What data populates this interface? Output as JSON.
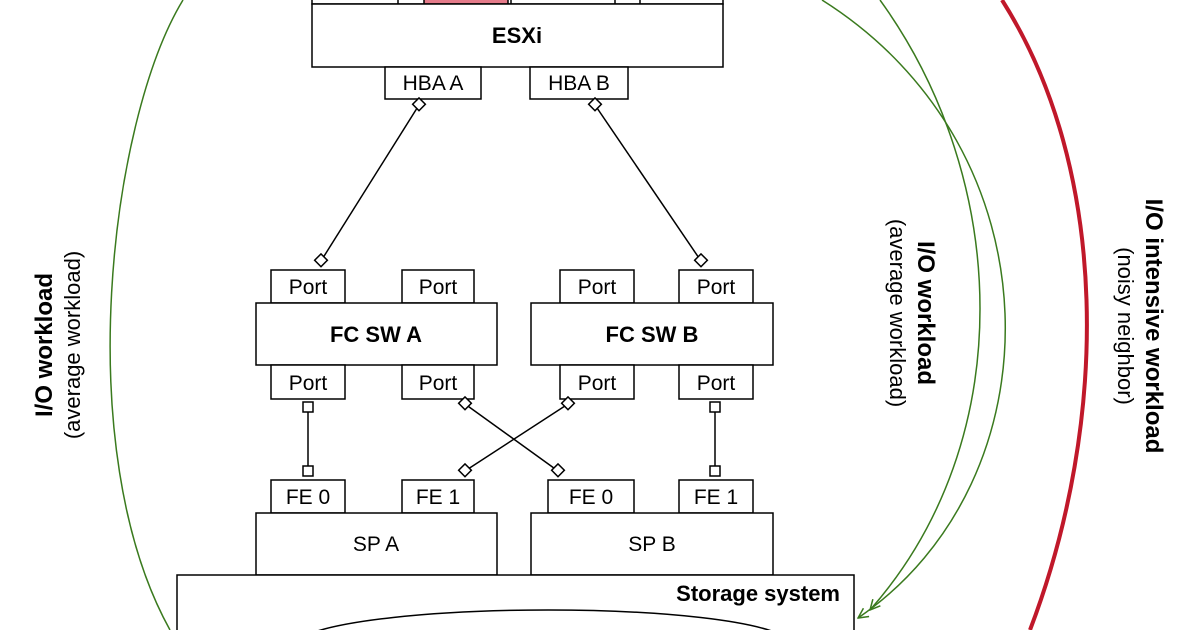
{
  "host": {
    "label": "ESXi",
    "hba_a": "HBA A",
    "hba_b": "HBA B"
  },
  "switch_a": {
    "label": "FC SW A",
    "port_label": "Port"
  },
  "switch_b": {
    "label": "FC SW B",
    "port_label": "Port"
  },
  "sp_a": {
    "label": "SP A",
    "fe0": "FE 0",
    "fe1": "FE 1"
  },
  "sp_b": {
    "label": "SP B",
    "fe0": "FE 0",
    "fe1": "FE 1"
  },
  "storage": {
    "label": "Storage system"
  },
  "flows": {
    "left": {
      "title": "I/O workload",
      "subtitle": "(average workload)",
      "color": "#3a7a1e"
    },
    "right": {
      "title": "I/O workload",
      "subtitle": "(average workload)",
      "color": "#3a7a1e"
    },
    "noisy": {
      "title": "I/O intensive workload",
      "subtitle": "(noisy neighbor)",
      "color": "#c0182a"
    }
  },
  "colors": {
    "highlight": "#e57b8a"
  }
}
